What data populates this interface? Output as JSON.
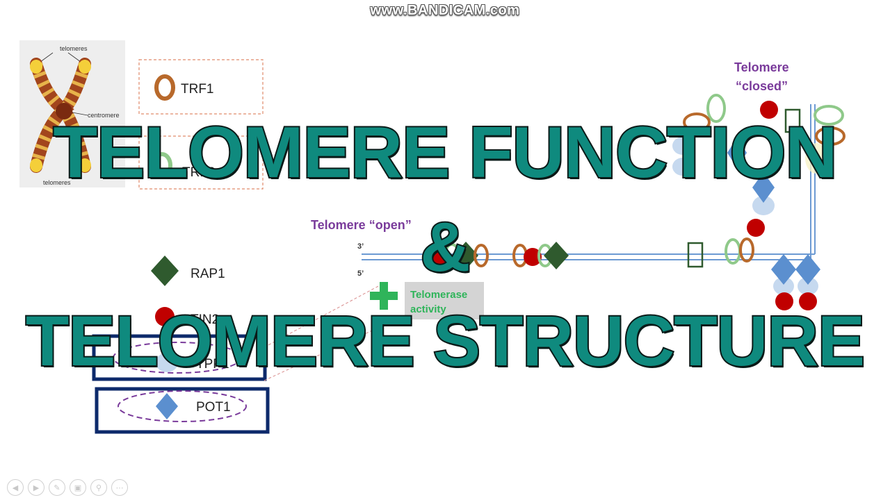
{
  "watermark": "www.BANDICAM.com",
  "chromosome": {
    "label_top": "telomeres",
    "label_centromere": "centromere",
    "label_bottom": "telomeres"
  },
  "legend": {
    "trf1": "TRF1",
    "trf2": "TRF2",
    "rap1": "RAP1",
    "tin2": "TIN2",
    "tpp1": "TPP1",
    "pot1": "POT1"
  },
  "diagram": {
    "open_label": "Telomere “open”",
    "closed_label_line1": "Telomere",
    "closed_label_line2": "“closed”",
    "strand_3": "3’",
    "strand_5": "5’",
    "telomerase_line1": "Telomerase",
    "telomerase_line2": "activity"
  },
  "overlay": {
    "line1": "TELOMERE FUNCTION",
    "line2": "&",
    "line3": "TELOMERE STRUCTURE"
  },
  "colors": {
    "title_fill": "#0f8a7e",
    "trf1": "#b8692b",
    "trf2": "#8fc98a",
    "rap1": "#2f5a2e",
    "tin2": "#c00000",
    "tpp1": "#c6d9ef",
    "pot1": "#5b8fcf",
    "purple": "#7a3b9b",
    "telomerase": "#2fb45a",
    "navy": "#0d2a6b"
  },
  "toolbar": [
    "prev-icon",
    "next-icon",
    "pen-icon",
    "slides-icon",
    "zoom-icon",
    "more-icon"
  ]
}
